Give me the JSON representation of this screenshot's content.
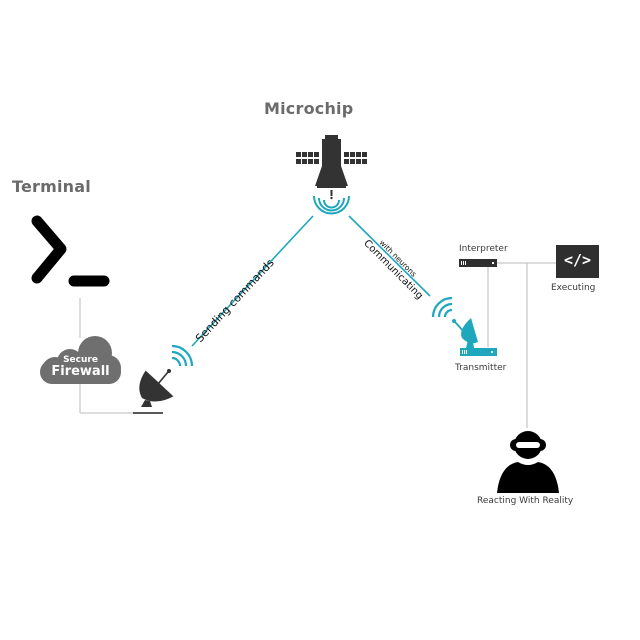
{
  "diagram": {
    "nodes": {
      "terminal": {
        "title": "Terminal",
        "icon": "terminal-prompt-icon"
      },
      "microchip": {
        "title": "Microchip",
        "icon": "satellite-icon"
      },
      "firewall": {
        "line1": "Secure",
        "line2": "Firewall",
        "icon": "cloud-icon"
      },
      "ground_dish": {
        "icon": "satellite-dish-icon"
      },
      "interpreter": {
        "label": "Interpreter",
        "icon": "server-rack-icon"
      },
      "executing": {
        "label": "Executing",
        "icon": "code-brackets-icon",
        "glyph": "</>"
      },
      "transmitter": {
        "label": "Transmitter",
        "icon": "satellite-dish-icon"
      },
      "reality": {
        "label": "Reacting With Reality",
        "icon": "vr-headset-user-icon"
      }
    },
    "links": {
      "uplink": "Sending commands",
      "downlink_line1": "with neurons",
      "downlink_line2": "Communicating"
    },
    "colors": {
      "accent": "#1ea7bd",
      "dark": "#2f2f2f",
      "black": "#000000",
      "gray_text": "#6b6b6b",
      "cloud": "#6f6f6f",
      "connector": "#c8c8c8"
    }
  }
}
